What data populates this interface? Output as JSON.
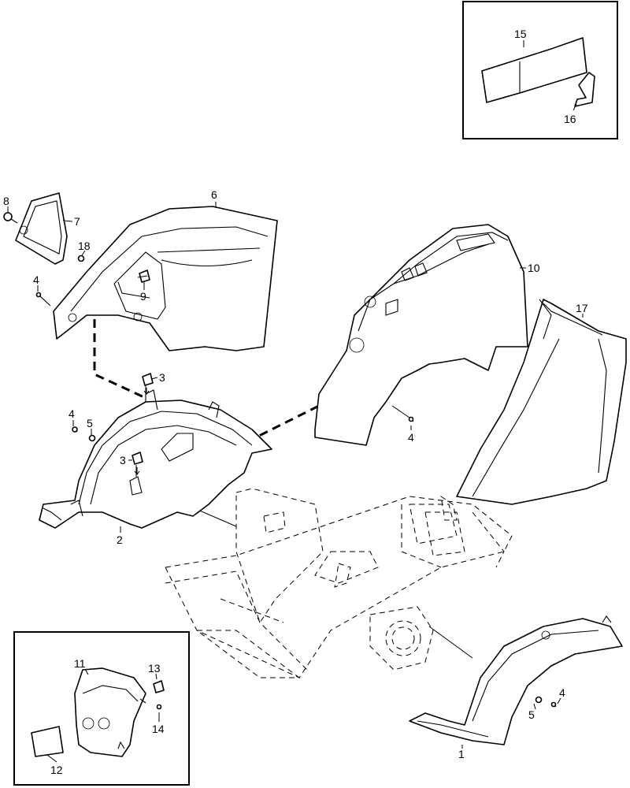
{
  "diagram": {
    "title": "Exploded parts view - fenders, consoles and covers",
    "callouts": {
      "c1": "1",
      "c2": "2",
      "c3a": "3",
      "c3b": "3",
      "c4a": "4",
      "c4b": "4",
      "c4c": "4",
      "c4d": "4",
      "c5a": "5",
      "c5b": "5",
      "c6": "6",
      "c7": "7",
      "c8": "8",
      "c9": "9",
      "c10": "10",
      "c11": "11",
      "c12": "12",
      "c13": "13",
      "c14": "14",
      "c15": "15",
      "c16": "16",
      "c17": "17",
      "c18": "18"
    },
    "insets": {
      "top_right": "Inset: items 15 and 16",
      "bottom_left": "Inset: items 11 to 14"
    }
  }
}
